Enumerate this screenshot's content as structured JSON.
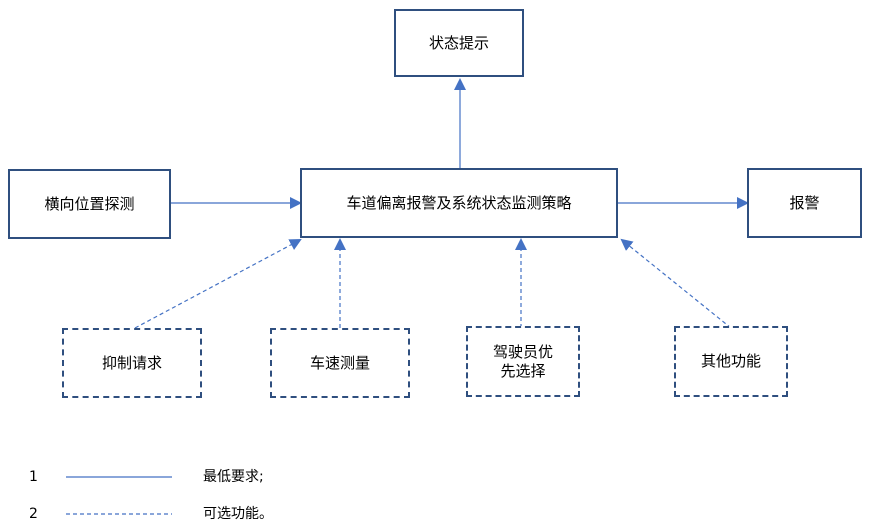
{
  "colors": {
    "box_border": "#2f4f7f",
    "line": "#4472c4"
  },
  "nodes": {
    "status_hint": "状态提示",
    "lateral_detection": "横向位置探测",
    "ldw_strategy": "车道偏离报警及系统状态监测策略",
    "alarm": "报警",
    "suppress_request": "抑制请求",
    "speed_measure": "车速测量",
    "driver_priority": "驾驶员优\n先选择",
    "other_functions": "其他功能"
  },
  "legend": [
    {
      "number": "1",
      "style": "solid",
      "text": "最低要求;"
    },
    {
      "number": "2",
      "style": "dashed",
      "text": "可选功能。"
    }
  ]
}
